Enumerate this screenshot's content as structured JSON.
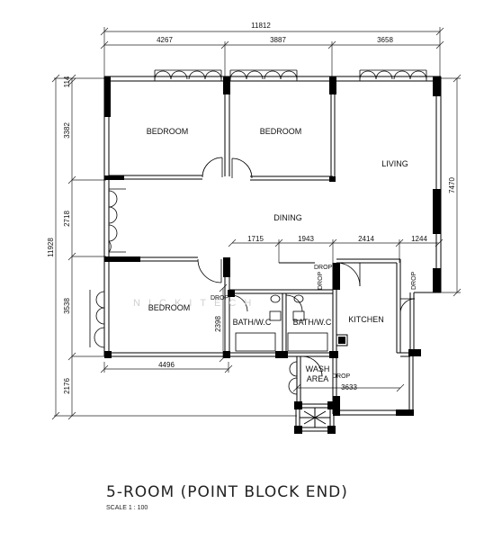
{
  "plan": {
    "title": "5-ROOM (POINT BLOCK END)",
    "scale": "SCALE 1 : 100",
    "watermark": "NICKITECH"
  },
  "rooms": {
    "bedroom_1": "BEDROOM",
    "bedroom_2": "BEDROOM",
    "bedroom_3": "BEDROOM",
    "living": "LIVING",
    "dining": "DINING",
    "bath_1": "BATH/W.C",
    "bath_2": "BATH/W.C",
    "kitchen": "KITCHEN",
    "wash_area_1": "WASH",
    "wash_area_2": "AREA"
  },
  "labels": {
    "drop_1": "DROP",
    "drop_2": "DROP",
    "drop_3": "DROP",
    "drop_4": "DROP",
    "drop_5": "DROP"
  },
  "dimensions": {
    "overall_width": "11812",
    "top_1": "4267",
    "top_2": "3887",
    "top_3": "3658",
    "left_top": "114",
    "left_1": "3382",
    "left_2": "2718",
    "left_3": "3538",
    "left_4": "2176",
    "overall_height": "11928",
    "right_living": "7470",
    "inner_1": "1715",
    "inner_2": "1943",
    "inner_3": "2414",
    "inner_4": "1244",
    "bath_height": "2398",
    "bottom_bedroom": "4496",
    "wash_width": "3633"
  },
  "colors": {
    "wall": "#000000",
    "line": "#222222"
  }
}
